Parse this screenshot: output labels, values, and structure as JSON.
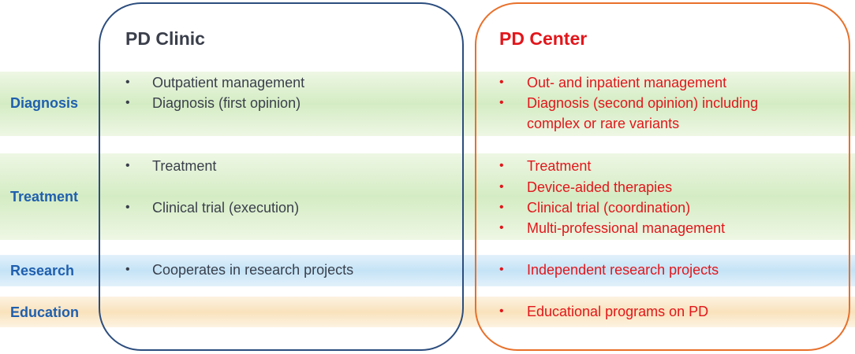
{
  "columns": {
    "clinic": {
      "title": "PD Clinic",
      "color": "#2c4d7e"
    },
    "center": {
      "title": "PD Center",
      "color": "#e8702a"
    }
  },
  "rows": {
    "diagnosis": {
      "label": "Diagnosis",
      "clinic": [
        "Outpatient management",
        "Diagnosis (first opinion)"
      ],
      "center": [
        "Out- and inpatient management",
        "Diagnosis (second opinion) including",
        "complex or rare variants"
      ]
    },
    "treatment": {
      "label": "Treatment",
      "clinic": [
        "Treatment",
        "Clinical trial (execution)"
      ],
      "center": [
        "Treatment",
        "Device-aided therapies",
        "Clinical trial (coordination)",
        "Multi-professional management"
      ]
    },
    "research": {
      "label": "Research",
      "clinic": [
        "Cooperates in research projects"
      ],
      "center": [
        "Independent research projects"
      ]
    },
    "education": {
      "label": "Education",
      "clinic": [],
      "center": [
        "Educational programs on PD"
      ]
    }
  },
  "bullet_symbol": "•",
  "colors": {
    "row_label": "#1f5fae",
    "clinic_text": "#3a3f4b",
    "center_text": "#e2161b"
  }
}
